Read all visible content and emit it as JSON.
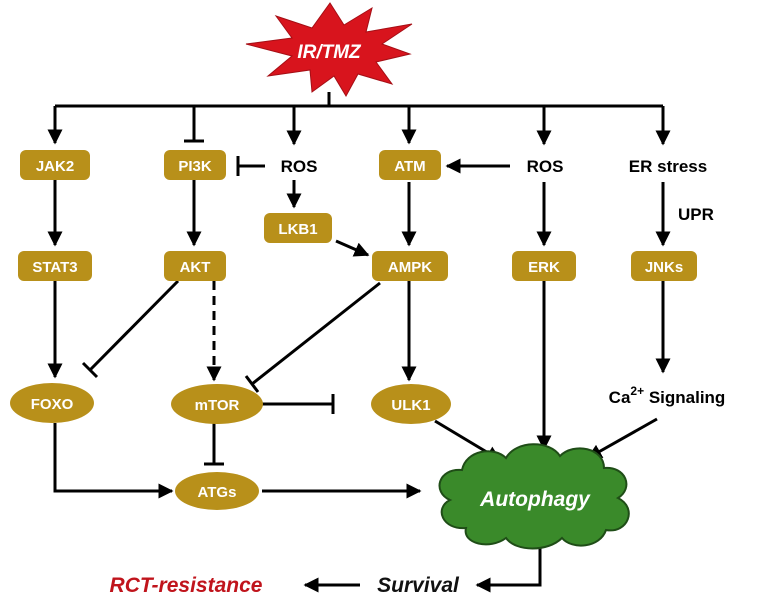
{
  "stimulus": {
    "label": "IR/TMZ",
    "color": "#d8141d"
  },
  "nodes": {
    "jak2": "JAK2",
    "stat3": "STAT3",
    "foxo": "FOXO",
    "pi3k": "PI3K",
    "akt": "AKT",
    "mtor": "mTOR",
    "atgs": "ATGs",
    "ros_left": "ROS",
    "lkb1": "LKB1",
    "atm": "ATM",
    "ampk": "AMPK",
    "ulk1": "ULK1",
    "ros_right": "ROS",
    "erk": "ERK",
    "er_stress": "ER stress",
    "upr": "UPR",
    "jnks": "JNKs",
    "ca_base": "Ca",
    "ca_sup": "2+",
    "ca_rest": " Signaling",
    "autophagy": "Autophagy",
    "survival": "Survival",
    "rct": "RCT-resistance"
  },
  "colors": {
    "node_fill": "#b8901a",
    "node_text": "#ffffff",
    "cloud_fill": "#3a8a2a",
    "cloud_text": "#ffffff",
    "line": "#000000",
    "rct_text": "#c0141c"
  }
}
